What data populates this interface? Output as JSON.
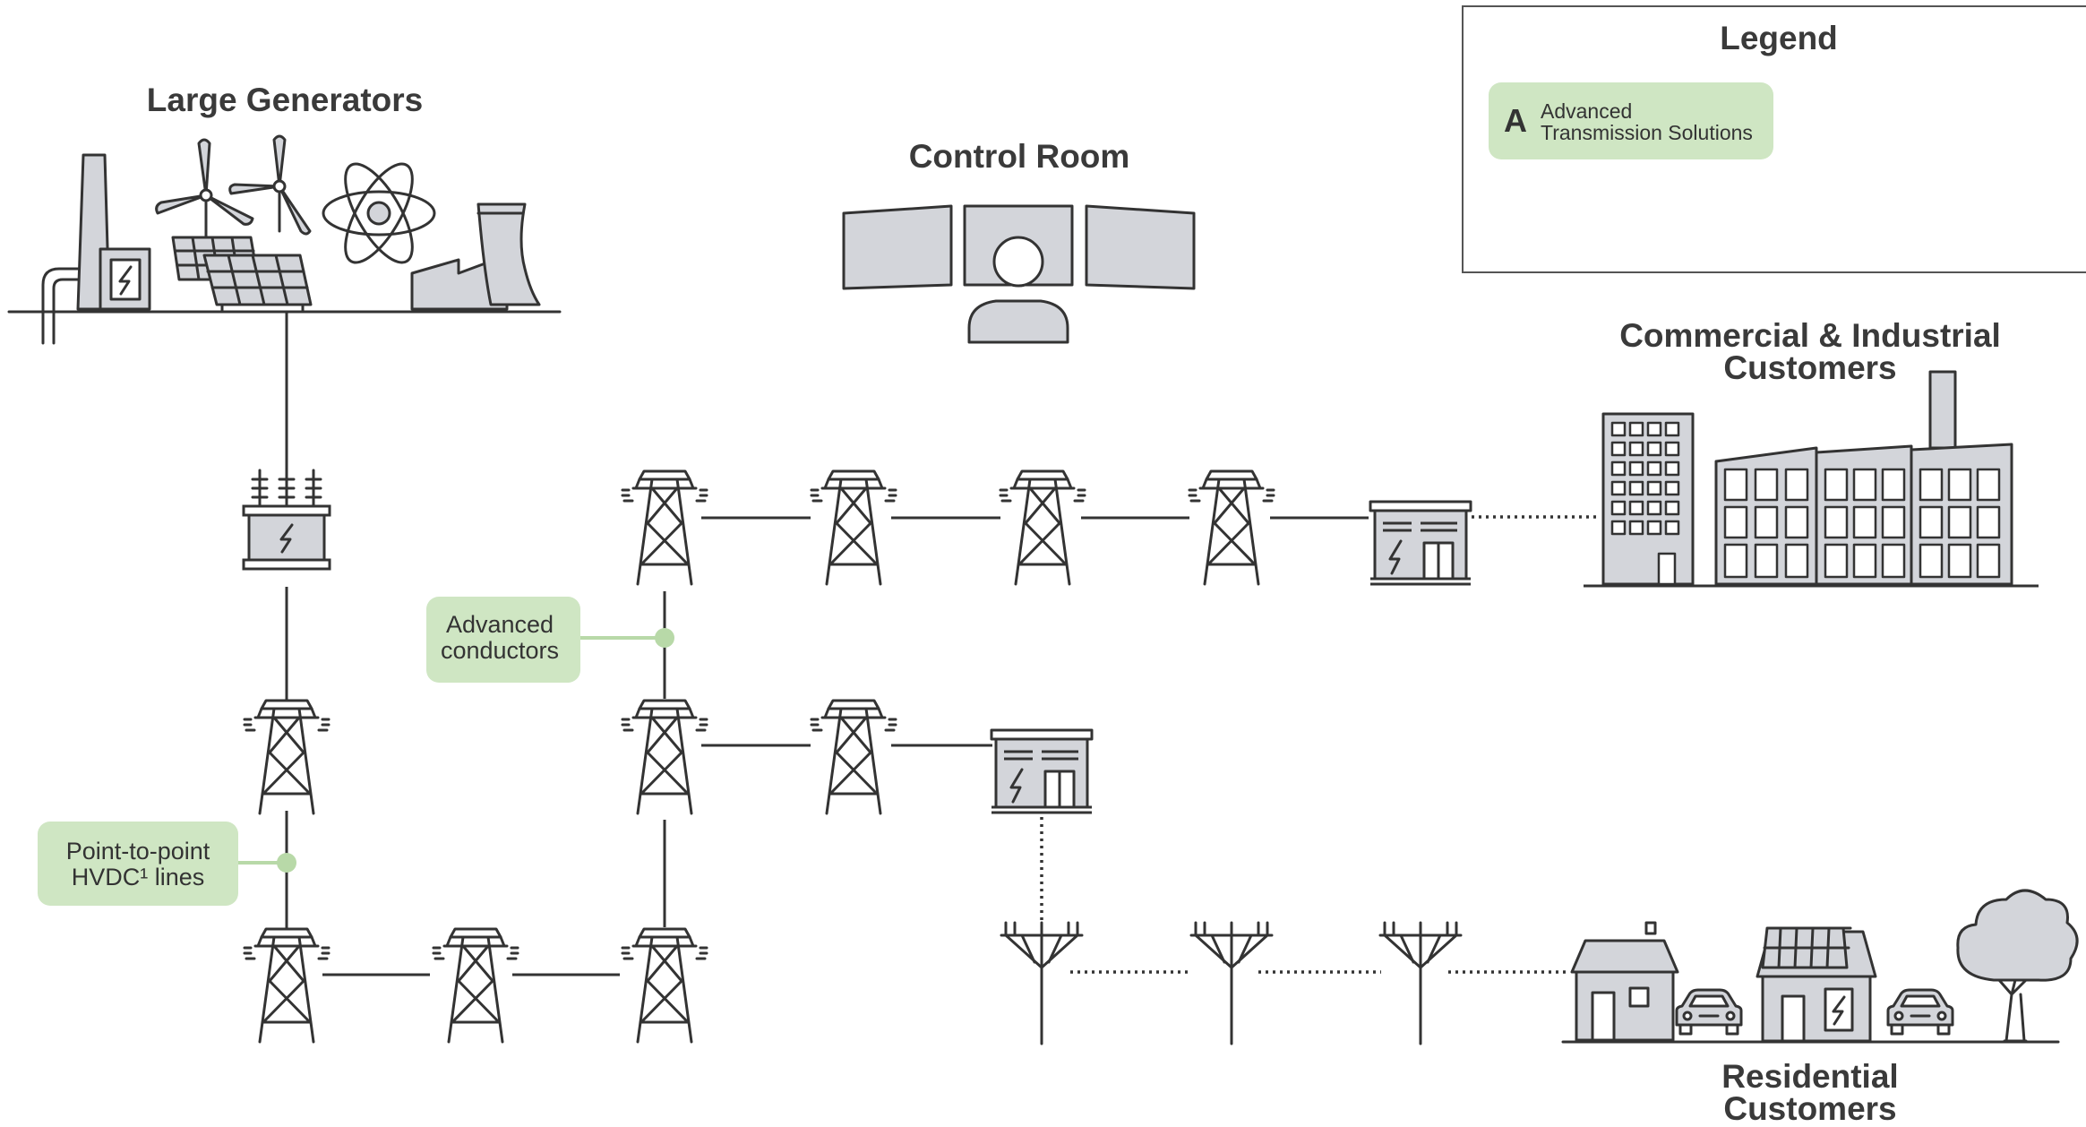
{
  "labels": {
    "large_generators": "Large Generators",
    "control_room": "Control Room",
    "commercial_line1": "Commercial & Industrial",
    "commercial_line2": "Customers",
    "residential_line1": "Residential",
    "residential_line2": "Customers"
  },
  "legend": {
    "title": "Legend",
    "key_letter": "A",
    "key_line1": "Advanced",
    "key_line2": "Transmission Solutions"
  },
  "callouts": {
    "advanced_conductors": {
      "line1": "Advanced",
      "line2": "conductors"
    },
    "hvdc": {
      "line1": "Point-to-point",
      "line2": "HVDC¹ lines"
    }
  },
  "colors": {
    "stroke": "#333333",
    "fill_gray": "#d3d5da",
    "callout_green": "#cfe6c3",
    "callout_dot": "#b8d9a8",
    "legend_border": "#555555"
  },
  "icons": {
    "generators": [
      "smokestack-icon",
      "wind-turbine-icon",
      "solar-panel-icon",
      "atom-icon",
      "cooling-tower-icon"
    ],
    "control_room": [
      "monitor-icon",
      "operator-icon"
    ],
    "grid": [
      "transmission-tower-icon",
      "transformer-icon",
      "substation-icon",
      "distribution-pole-icon"
    ],
    "customers": [
      "office-building-icon",
      "factory-icon",
      "house-icon",
      "car-icon",
      "tree-icon"
    ]
  }
}
